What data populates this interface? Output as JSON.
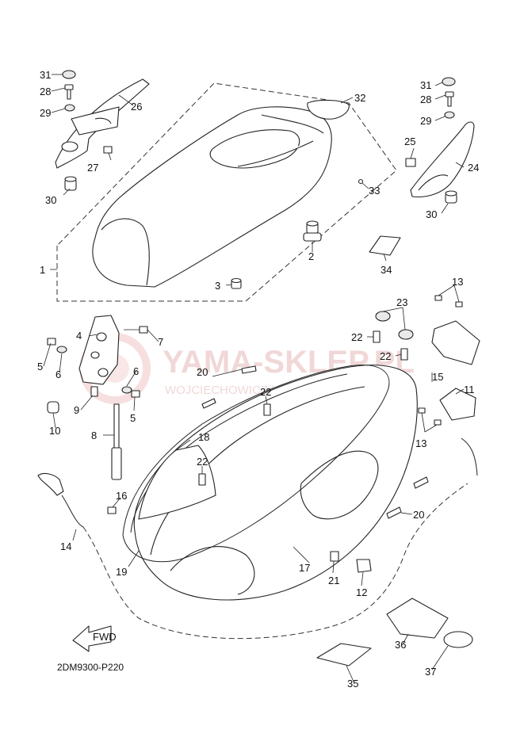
{
  "watermark": {
    "title": "YAMA-SKLEP.PL",
    "subtitle": "WOJCIECHOWICZ | DEALER YAMAHA"
  },
  "reference_code": "2DM9300-P220",
  "fwd_label": "FWD",
  "callouts": {
    "c1": "1",
    "c2": "2",
    "c3": "3",
    "c4": "4",
    "c5a": "5",
    "c5b": "5",
    "c6a": "6",
    "c6b": "6",
    "c7": "7",
    "c8": "8",
    "c9": "9",
    "c10": "10",
    "c11": "11",
    "c12": "12",
    "c13a": "13",
    "c13b": "13",
    "c14": "14",
    "c15": "15",
    "c16": "16",
    "c17": "17",
    "c18": "18",
    "c19": "19",
    "c20a": "20",
    "c20b": "20",
    "c21": "21",
    "c22a": "22",
    "c22b": "22",
    "c22c": "22",
    "c22d": "22",
    "c23": "23",
    "c24": "24",
    "c25": "25",
    "c26": "26",
    "c27": "27",
    "c28a": "28",
    "c28b": "28",
    "c29a": "29",
    "c29b": "29",
    "c30a": "30",
    "c30b": "30",
    "c31a": "31",
    "c31b": "31",
    "c32": "32",
    "c33": "33",
    "c34": "34",
    "c35": "35",
    "c36": "36",
    "c37": "37"
  }
}
